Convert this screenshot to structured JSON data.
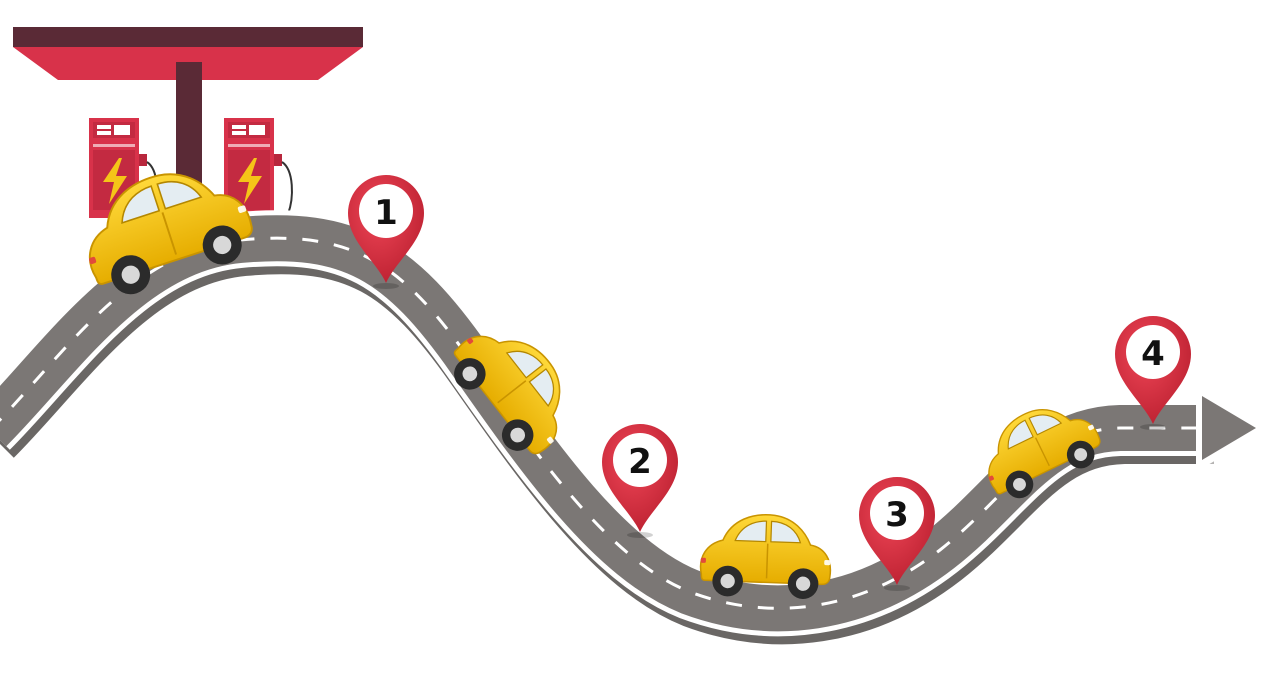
{
  "colors": {
    "background": "#ffffff",
    "road": "#7b7775",
    "road_edge": "#ffffff",
    "road_shadow": "#5a5654",
    "lane_mark": "#ffffff",
    "canopy_top": "#5a2a36",
    "canopy_body": "#d8324a",
    "canopy_pole": "#5a2a36",
    "pump_body": "#d8324a",
    "pump_dark": "#b8273d",
    "bolt": "#f5c518",
    "car_body": "#f5c518",
    "car_shade": "#d9a800",
    "car_window": "#dfe8ee",
    "wheel": "#2b2b2b",
    "hub": "#d8d8d8",
    "pin_body": "#d8283a",
    "pin_inner": "#ffffff",
    "pin_text": "#111111"
  },
  "icons": {
    "station": "charging-station-icon",
    "pump": "ev-charger-icon",
    "bolt": "lightning-bolt-icon",
    "car": "yellow-car-icon",
    "pin": "map-pin-icon",
    "arrow": "arrow-right-icon"
  },
  "milestones": [
    {
      "label": "1"
    },
    {
      "label": "2"
    },
    {
      "label": "3"
    },
    {
      "label": "4"
    }
  ]
}
